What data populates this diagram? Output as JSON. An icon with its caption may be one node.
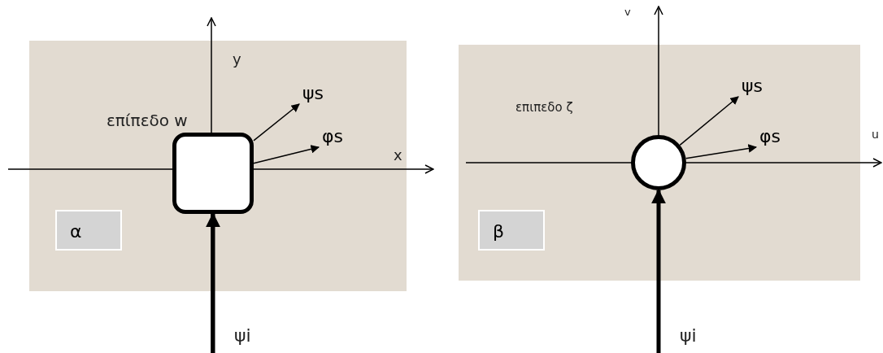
{
  "diagram": {
    "nodes": [
      {
        "text": [
          "επίπεδο w"
        ]
      },
      {
        "text": [
          "α"
        ],
        "in": 0
      },
      {
        "text": [],
        "shape": "box",
        "in": 0
      },
      {
        "text": [
          "ψs"
        ],
        "in": 0
      },
      {
        "text": [
          "φs"
        ],
        "in": 0
      },
      {
        "text": [
          "επιπεδο ζ"
        ]
      },
      {
        "text": [
          "β"
        ],
        "in": 5
      },
      {
        "text": [],
        "shape": "circle",
        "in": 5
      },
      {
        "text": [
          "ψs"
        ],
        "in": 5
      },
      {
        "text": [
          "φs"
        ],
        "in": 5
      }
    ],
    "edges": [
      {
        "from": 2,
        "to": 3,
        "arrow": "to"
      },
      {
        "from": 2,
        "to": 4,
        "arrow": "to"
      },
      {
        "from": null,
        "to": 2,
        "arrow": "to",
        "style": "thick",
        "label": "ψi"
      },
      {
        "from": 7,
        "to": 8,
        "arrow": "to"
      },
      {
        "from": 7,
        "to": 9,
        "arrow": "to"
      },
      {
        "from": null,
        "to": 7,
        "arrow": "to",
        "style": "thick",
        "label": "ψi"
      }
    ],
    "labels": [
      "y",
      "x",
      "v",
      "u"
    ]
  }
}
